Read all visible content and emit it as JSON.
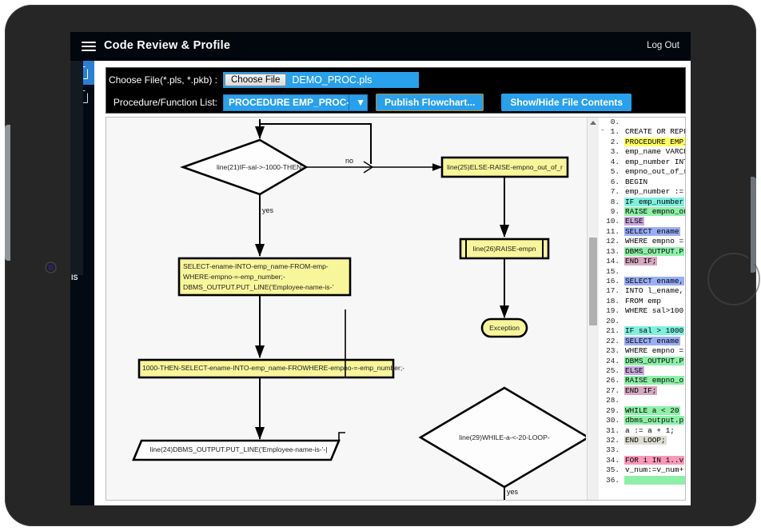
{
  "app": {
    "title": "Code Review & Profile",
    "menu_icon": "hamburger-icon",
    "logout_label": "Log Out"
  },
  "sidebar": {
    "items": [
      {
        "icon": "document-icon",
        "label": "",
        "selected": true
      },
      {
        "icon": "document-icon",
        "label": "",
        "selected": false
      }
    ],
    "edge_text": "IS"
  },
  "controls": {
    "file_label": "Choose File(*.pls, *.pkb) :",
    "choose_file_button": "Choose File",
    "file_name": "DEMO_PROC.pls",
    "proc_label": "Procedure/Function List:",
    "proc_selected": "PROCEDURE EMP_PROC-",
    "proc_caret_icon": "chevron-down-icon",
    "publish_button": "Publish Flowchart...",
    "showhide_button": "Show/Hide File Contents"
  },
  "flowchart": {
    "nodes": [
      {
        "id": "n1",
        "shape": "diamond",
        "text": "line(21)IF-sal->-1000-THEN-"
      },
      {
        "id": "n2",
        "shape": "process",
        "text": "SELECT-ename-INTO-emp_name-FROM-emp-\nWHERE-empno-=-emp_number;-\nDBMS_OUTPUT.PUT_LINE('Employee-name-is-'"
      },
      {
        "id": "n3",
        "shape": "process-wide",
        "text": "1000-THEN-SELECT-ename-INTO-emp_name-FROWHERE-empno-=-emp_number;-"
      },
      {
        "id": "n4",
        "shape": "io",
        "text": "line(24)DBMS_OUTPUT.PUT_LINE('Employee-name-is-'-|"
      },
      {
        "id": "n5",
        "shape": "process",
        "text": "line(25)ELSE-RAISE-empno_out_of_r"
      },
      {
        "id": "n6",
        "shape": "predefined",
        "text": "line(26)RAISE-empn"
      },
      {
        "id": "n7",
        "shape": "terminator",
        "text": "Exception"
      },
      {
        "id": "n8",
        "shape": "diamond",
        "text": "line(29)WHILE-a-<-20-LOOP-"
      }
    ],
    "edge_labels": [
      {
        "id": "e-no",
        "text": "no"
      },
      {
        "id": "e-yes1",
        "text": "yes"
      },
      {
        "id": "e-yes2",
        "text": "yes"
      }
    ],
    "colors": {
      "node_fill_yellow": "#f8f69a",
      "node_fill_white": "#fdfdfd",
      "stroke": "#000000",
      "canvas": "#f7f7f7"
    }
  },
  "code_panel": {
    "scrollbar_up_icon": "caret-up-icon",
    "gutter_marker": "- -",
    "lines": [
      {
        "no": "0.",
        "text": "",
        "hl": "none"
      },
      {
        "no": "1.",
        "text": "CREATE OR REPL",
        "hl": "none"
      },
      {
        "no": "2.",
        "text": "PROCEDURE EMP_",
        "hl": "yellow"
      },
      {
        "no": "3.",
        "text": "emp_name VARCH",
        "hl": "none"
      },
      {
        "no": "4.",
        "text": "emp_number INT",
        "hl": "none"
      },
      {
        "no": "5.",
        "text": "empno_out_of_r",
        "hl": "none"
      },
      {
        "no": "6.",
        "text": "BEGIN",
        "hl": "none"
      },
      {
        "no": "7.",
        "text": "emp_number :=",
        "hl": "none"
      },
      {
        "no": "8.",
        "text": "IF emp_number",
        "hl": "cyan"
      },
      {
        "no": "9.",
        "text": "RAISE empno_ou",
        "hl": "green"
      },
      {
        "no": "10.",
        "text": "ELSE",
        "hl": "purple"
      },
      {
        "no": "11.",
        "text": "SELECT ename",
        "hl": "blue"
      },
      {
        "no": "12.",
        "text": "WHERE empno =",
        "hl": "none"
      },
      {
        "no": "13.",
        "text": "DBMS_OUTPUT.P",
        "hl": "green"
      },
      {
        "no": "14.",
        "text": "END IF;",
        "hl": "mauve"
      },
      {
        "no": "15.",
        "text": "",
        "hl": "none"
      },
      {
        "no": "16.",
        "text": "SELECT ename,",
        "hl": "blue"
      },
      {
        "no": "17.",
        "text": "INTO l_ename,",
        "hl": "none"
      },
      {
        "no": "18.",
        "text": "FROM emp",
        "hl": "none"
      },
      {
        "no": "19.",
        "text": "WHERE sal>100",
        "hl": "none"
      },
      {
        "no": "20.",
        "text": "",
        "hl": "none"
      },
      {
        "no": "21.",
        "text": "IF sal > 1000",
        "hl": "cyan"
      },
      {
        "no": "22.",
        "text": "SELECT ename",
        "hl": "blue"
      },
      {
        "no": "23.",
        "text": "WHERE empno =",
        "hl": "none"
      },
      {
        "no": "24.",
        "text": "DBMS_OUTPUT.P",
        "hl": "green"
      },
      {
        "no": "25.",
        "text": "ELSE",
        "hl": "purple"
      },
      {
        "no": "26.",
        "text": "RAISE empno_o",
        "hl": "green"
      },
      {
        "no": "27.",
        "text": "END IF;",
        "hl": "mauve"
      },
      {
        "no": "28.",
        "text": "",
        "hl": "none"
      },
      {
        "no": "29.",
        "text": "WHILE a < 20",
        "hl": "green"
      },
      {
        "no": "30.",
        "text": "dbms_output.p",
        "hl": "green"
      },
      {
        "no": "31.",
        "text": "a := a + 1;",
        "hl": "none"
      },
      {
        "no": "32.",
        "text": "END LOOP;",
        "hl": "grey"
      },
      {
        "no": "33.",
        "text": "",
        "hl": "none"
      },
      {
        "no": "34.",
        "text": "FOR i IN 1..v",
        "hl": "pink"
      },
      {
        "no": "35.",
        "text": "v_num:=v_num+",
        "hl": "none"
      },
      {
        "no": "36.",
        "text": "",
        "hl": "green"
      }
    ],
    "highlight_colors": {
      "yellow": "#ffff63",
      "cyan": "#7ff0e0",
      "green": "#8ef0a8",
      "purple": "#c9a8e0",
      "blue": "#9aaef6",
      "mauve": "#d6a8c0",
      "grey": "#dcdcd0",
      "pink": "#f79ab8"
    }
  }
}
